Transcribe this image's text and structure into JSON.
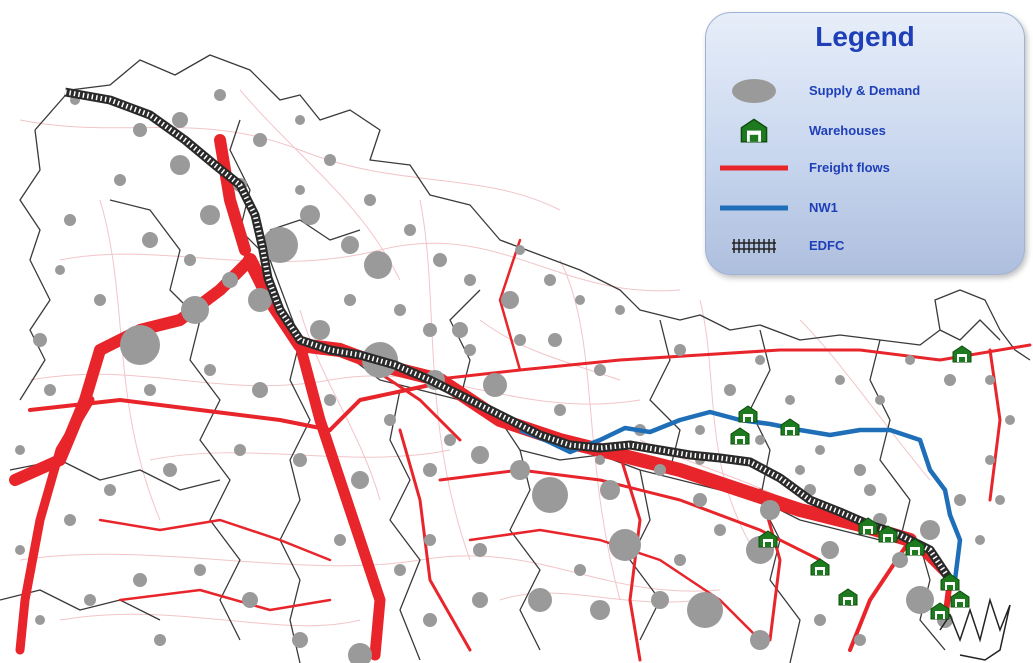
{
  "legend": {
    "title": "Legend",
    "items": [
      {
        "label": "Supply & Demand",
        "symbol": "grey-circle",
        "color": "#9a9a9a"
      },
      {
        "label": "Warehouses",
        "symbol": "warehouse-icon",
        "color": "#1e7a1e"
      },
      {
        "label": "Freight flows",
        "symbol": "red-line",
        "color": "#e8252b"
      },
      {
        "label": "NW1",
        "symbol": "blue-line",
        "color": "#1f6fb8"
      },
      {
        "label": "EDFC",
        "symbol": "railway-track",
        "color": "#2a2a2a"
      }
    ]
  },
  "colors": {
    "freight": "#e8252b",
    "nw1": "#1f6fb8",
    "edfc": "#2a2a2a",
    "nodes": "#9a9a9a",
    "warehouse": "#1e7a1e",
    "boundary": "#444444",
    "legend_text": "#1f3fb8"
  }
}
